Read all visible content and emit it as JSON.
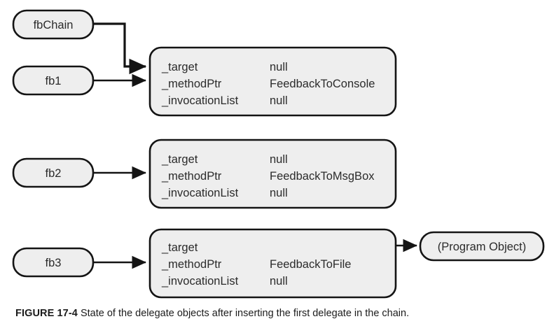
{
  "figure": {
    "caption_label": "FIGURE 17-4",
    "caption_text": "State of the delegate objects after inserting the first delegate in the chain.",
    "colors": {
      "node_fill": "#eeeeee",
      "node_stroke": "#141414",
      "text": "#2b2b2b",
      "background": "#ffffff"
    }
  },
  "variables": [
    {
      "name": "fbChain"
    },
    {
      "name": "fb1"
    },
    {
      "name": "fb2"
    },
    {
      "name": "fb3"
    }
  ],
  "delegates": [
    {
      "id": "delegate-1",
      "fields": [
        {
          "label": "_target",
          "value": "null"
        },
        {
          "label": "_methodPtr",
          "value": "FeedbackToConsole"
        },
        {
          "label": "_invocationList",
          "value": "null"
        }
      ]
    },
    {
      "id": "delegate-2",
      "fields": [
        {
          "label": "_target",
          "value": "null"
        },
        {
          "label": "_methodPtr",
          "value": "FeedbackToMsgBox"
        },
        {
          "label": "_invocationList",
          "value": "null"
        }
      ]
    },
    {
      "id": "delegate-3",
      "fields": [
        {
          "label": "_target",
          "value": ""
        },
        {
          "label": "_methodPtr",
          "value": "FeedbackToFile"
        },
        {
          "label": "_invocationList",
          "value": "null"
        }
      ]
    }
  ],
  "objects": [
    {
      "name": "(Program Object)"
    }
  ]
}
